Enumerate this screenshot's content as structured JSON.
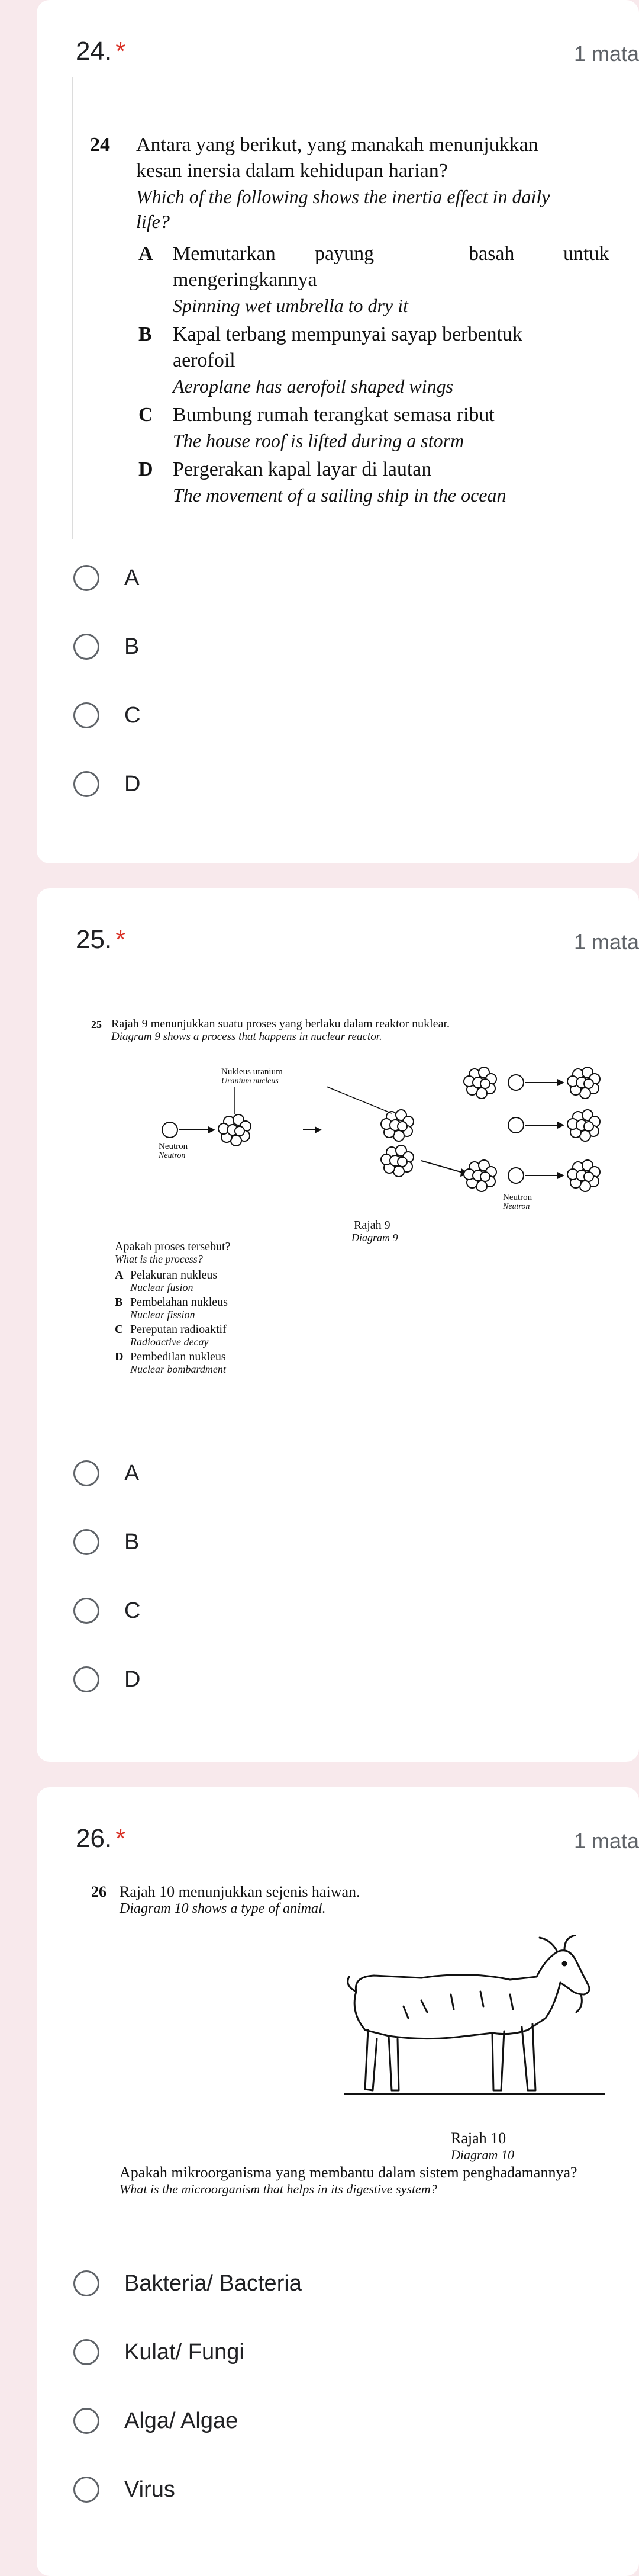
{
  "q24": {
    "number": "24.",
    "required_mark": "*",
    "points": "1 mata",
    "image": {
      "num": "24",
      "ms_line1": "Antara yang berikut, yang manakah menunjukkan",
      "ms_line2": "kesan inersia dalam kehidupan harian?",
      "en_line1": "Which of the following shows the inertia effect in daily",
      "en_line2": "life?",
      "choices": [
        {
          "letter": "A",
          "ms_line1_a": "Memutarkan",
          "ms_line1_b": "payung",
          "ms_line1_c": "basah",
          "ms_line1_d": "untuk",
          "ms_line2": "mengeringkannya",
          "en": "Spinning wet umbrella to dry it"
        },
        {
          "letter": "B",
          "ms_line1": "Kapal terbang mempunyai sayap berbentuk",
          "ms_line2": "aerofoil",
          "en": "Aeroplane has aerofoil shaped wings"
        },
        {
          "letter": "C",
          "ms_line1": "Bumbung rumah terangkat semasa ribut",
          "en": "The house roof is lifted during a storm"
        },
        {
          "letter": "D",
          "ms_line1": "Pergerakan kapal layar di lautan",
          "en": "The movement of a sailing ship in the ocean"
        }
      ]
    },
    "options": [
      "A",
      "B",
      "C",
      "D"
    ]
  },
  "q25": {
    "number": "25.",
    "required_mark": "*",
    "points": "1 mata",
    "image": {
      "num": "25",
      "ms": "Rajah 9 menunjukkan suatu proses yang berlaku dalam reaktor nuklear.",
      "en": "Diagram 9 shows a process that happens in nuclear reactor.",
      "label_nucleus_ms": "Nukleus uranium",
      "label_nucleus_en": "Uranium nucleus",
      "label_neutron_ms": "Neutron",
      "label_neutron_en": "Neutron",
      "label_neutron2_ms": "Neutron",
      "label_neutron2_en": "Neutron",
      "caption_ms": "Rajah 9",
      "caption_en": "Diagram 9",
      "question_ms": "Apakah proses tersebut?",
      "question_en": "What is the process?",
      "choices": [
        {
          "letter": "A",
          "ms": "Pelakuran nukleus",
          "en": "Nuclear fusion"
        },
        {
          "letter": "B",
          "ms": "Pembelahan nukleus",
          "en": "Nuclear fission"
        },
        {
          "letter": "C",
          "ms": "Pereputan radioaktif",
          "en": "Radioactive decay"
        },
        {
          "letter": "D",
          "ms": "Pembedilan nukleus",
          "en": "Nuclear bombardment"
        }
      ]
    },
    "options": [
      "A",
      "B",
      "C",
      "D"
    ]
  },
  "q26": {
    "number": "26.",
    "required_mark": "*",
    "points": "1 mata",
    "image": {
      "num": "26",
      "ms": "Rajah 10 menunjukkan sejenis haiwan.",
      "en": "Diagram 10 shows a type of animal.",
      "caption_ms": "Rajah 10",
      "caption_en": "Diagram 10",
      "question_ms": "Apakah mikroorganisma yang membantu dalam sistem penghadamannya?",
      "question_en": "What is the microorganism that helps in its digestive system?"
    },
    "options": [
      "Bakteria/ Bacteria",
      "Kulat/ Fungi",
      "Alga/ Algae",
      "Virus"
    ]
  }
}
